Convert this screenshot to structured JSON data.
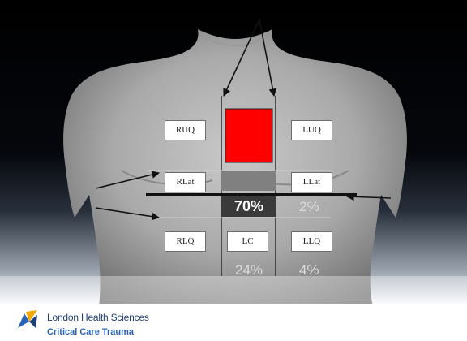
{
  "zones": {
    "ruq": "RUQ",
    "luq": "LUQ",
    "rlat": "RLat",
    "llat": "LLat",
    "rlq": "RLQ",
    "lc": "LC",
    "llq": "LLQ"
  },
  "percentages": {
    "center_row": "70%",
    "right_row": "2%",
    "center_bottom": "24%",
    "right_bottom": "4%"
  },
  "footer": {
    "organization": "London Health Sciences",
    "program": "Critical Care Trauma"
  },
  "colors": {
    "highlight": "#ff0000",
    "band": "#3a3a3a",
    "background_top": "#000000",
    "background_bottom": "#ffffff"
  }
}
